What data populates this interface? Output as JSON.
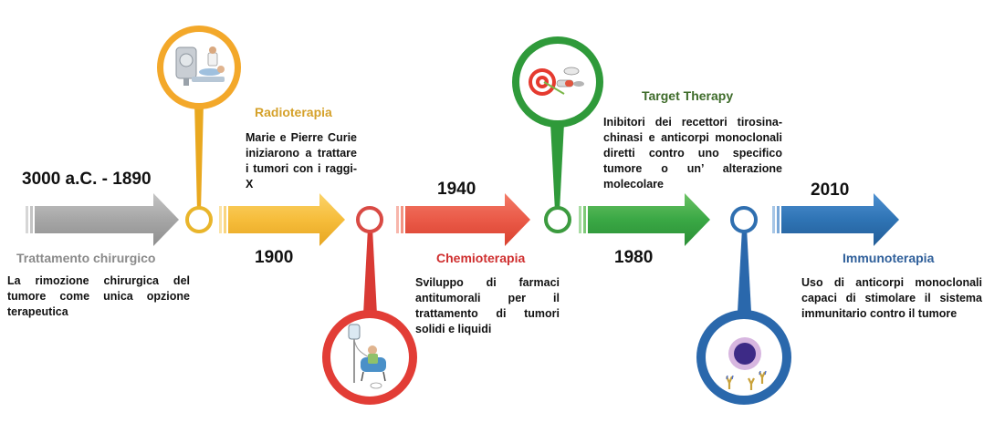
{
  "colors": {
    "gray": "#a6a6a6",
    "yellow": "#f6bd3b",
    "red": "#e84b45",
    "green": "#3aa845",
    "blue": "#2f74b5",
    "yellow_text": "#d5a12a",
    "red_text": "#cf2f2f",
    "green_text": "#3e6b2a",
    "blue_text": "#2f5f9a",
    "gray_text": "#8a8a8a"
  },
  "stages": [
    {
      "year": "3000 a.C. - 1890",
      "title": "Trattamento chirurgico",
      "desc": "La rimozione chirurgica del tumore come unica opzione terapeutica"
    },
    {
      "year": "1900",
      "title": "Radioterapia",
      "desc": "Marie e Pierre Curie iniziarono a trattare i tumori con i raggi-X",
      "icon": "radiotherapy-machine-icon"
    },
    {
      "year": "1940",
      "title": "Chemioterapia",
      "desc": "Sviluppo di farmaci antitumorali per il trattamento di tumori solidi e liquidi",
      "icon": "iv-drip-patient-icon"
    },
    {
      "year": "1980",
      "title": "Target Therapy",
      "desc": "Inibitori dei recettori tirosina- chinasi e anticorpi monoclonali diretti contro uno specifico tumore o un’ alterazione molecolare",
      "icon": "target-pills-icon"
    },
    {
      "year": "2010",
      "title": "Immunoterapia",
      "desc": "Uso di anticorpi monoclonali capaci di stimolare il sistema immunitario contro il tumore",
      "icon": "immune-cell-antibodies-icon"
    }
  ]
}
